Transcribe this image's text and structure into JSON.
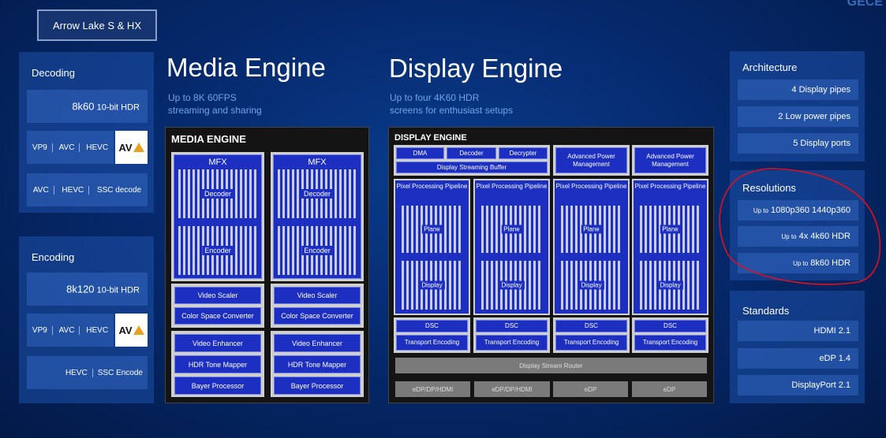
{
  "header": {
    "badge": "Arrow Lake S & HX",
    "corner_text": "GECE"
  },
  "decoding": {
    "title": "Decoding",
    "headline_value": "8k60",
    "headline_suffix": "10-bit HDR",
    "row1": [
      "VP9",
      "AVC",
      "HEVC"
    ],
    "row2": [
      "AVC",
      "HEVC",
      "SSC decode"
    ],
    "av1_label": "AV"
  },
  "encoding": {
    "title": "Encoding",
    "headline_value": "8k120",
    "headline_suffix": "10-bit HDR",
    "row1": [
      "VP9",
      "AVC",
      "HEVC"
    ],
    "row2": [
      "HEVC",
      "SSC Encode"
    ],
    "av1_label": "AV"
  },
  "media": {
    "title": "Media Engine",
    "subtitle_line1": "Up to 8K 60FPS",
    "subtitle_line2": "streaming and sharing",
    "diagram_title": "MEDIA ENGINE",
    "mfx": "MFX",
    "decoder": "Decoder",
    "encoder": "Encoder",
    "blocks_a": [
      "Video Scaler",
      "Color Space Converter"
    ],
    "blocks_b": [
      "Video Enhancer",
      "HDR Tone Mapper",
      "Bayer Processor"
    ]
  },
  "display": {
    "title": "Display Engine",
    "subtitle_line1": "Up to four 4K60 HDR",
    "subtitle_line2": "screens for enthusiast setups",
    "diagram_title": "DISPLAY ENGINE",
    "dma": "DMA",
    "decoder": "Decoder",
    "decrypter": "Decrypter",
    "streaming_buffer": "Display Streaming Buffer",
    "apm": "Advanced Power Management",
    "ppp": "Pixel Processing Pipeline",
    "plane": "Plane",
    "display": "Display",
    "dsc": "DSC",
    "transport": "Transport Encoding",
    "router": "Display Stream Router",
    "ports": [
      "eDP/DP/HDMI",
      "eDP/DP/HDMI",
      "eDP",
      "eDP"
    ]
  },
  "architecture": {
    "title": "Architecture",
    "items": [
      "4 Display pipes",
      "2 Low power pipes",
      "5 Display ports"
    ]
  },
  "resolutions": {
    "title": "Resolutions",
    "items": [
      {
        "prefix": "Up to",
        "value": "1080p360 1440p360"
      },
      {
        "prefix": "Up to",
        "value": "4x 4k60 HDR"
      },
      {
        "prefix": "Up to",
        "value": "8k60 HDR"
      }
    ]
  },
  "standards": {
    "title": "Standards",
    "items": [
      "HDMI 2.1",
      "eDP 1.4",
      "DisplayPort 2.1"
    ]
  },
  "colors": {
    "accent_blue": "#1c2fc0",
    "subtitle_blue": "#6fa4e8",
    "annotation_red": "#e01020"
  }
}
